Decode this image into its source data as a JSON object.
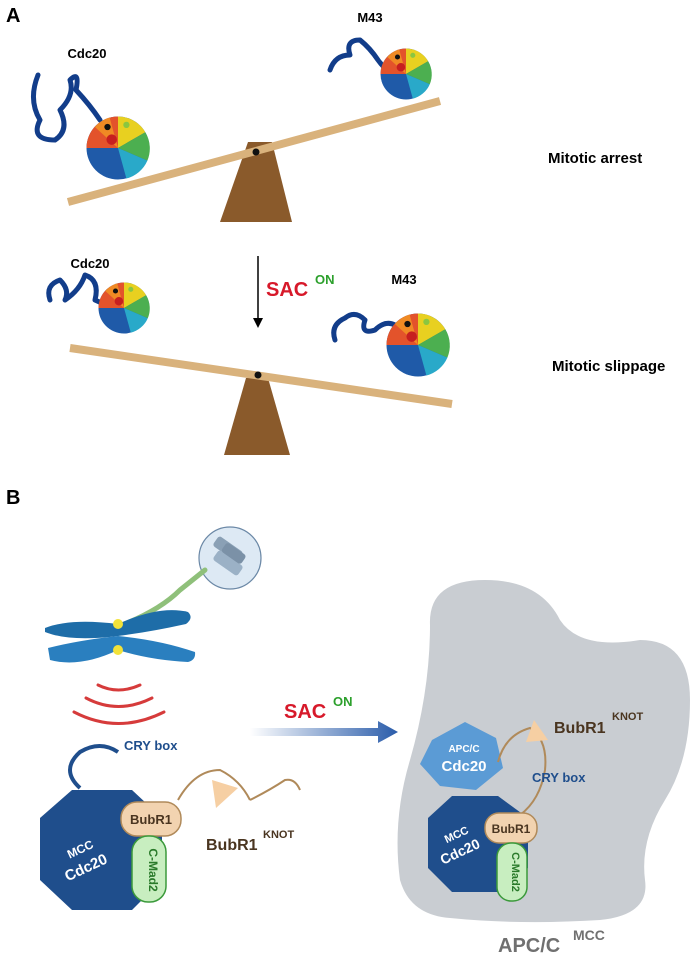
{
  "panel_a": {
    "label": "A",
    "top": {
      "left_protein": "Cdc20",
      "right_protein": "M43",
      "state": "Mitotic arrest"
    },
    "signal": {
      "main": "SAC",
      "sup": "ON"
    },
    "bottom": {
      "left_protein": "Cdc20",
      "right_protein": "M43",
      "state": "Mitotic slippage"
    }
  },
  "panel_b": {
    "label": "B",
    "signal": {
      "main": "SAC",
      "sup": "ON"
    },
    "left_complex": {
      "cry_box": "CRY box",
      "mcc": "MCC",
      "cdc20": "Cdc20",
      "bubr1": "BubR1",
      "cmad2": "C-Mad2",
      "knot_main": "BubR1",
      "knot_sup": "KNOT"
    },
    "right_complex": {
      "apcc_small": "APC/C",
      "apcc_cdc20": "Cdc20",
      "knot_main": "BubR1",
      "knot_sup": "KNOT",
      "cry_box": "CRY box",
      "mcc": "MCC",
      "cdc20": "Cdc20",
      "bubr1": "BubR1",
      "cmad2": "C-Mad2",
      "apcc_main": "APC/C",
      "apcc_sup": "MCC"
    }
  },
  "colors": {
    "cdc20_blue": "#1f4e8c",
    "apcc_blue": "#5b9bd5",
    "bubr1_tan": "#f2d3b0",
    "mad2_green": "#c8eec0",
    "sac_red": "#d7192a",
    "on_green": "#2ca02c",
    "seesaw_beam": "#d9b27c",
    "fulcrum": "#8a5a2b",
    "apcc_gray": "#c9cdd2"
  }
}
